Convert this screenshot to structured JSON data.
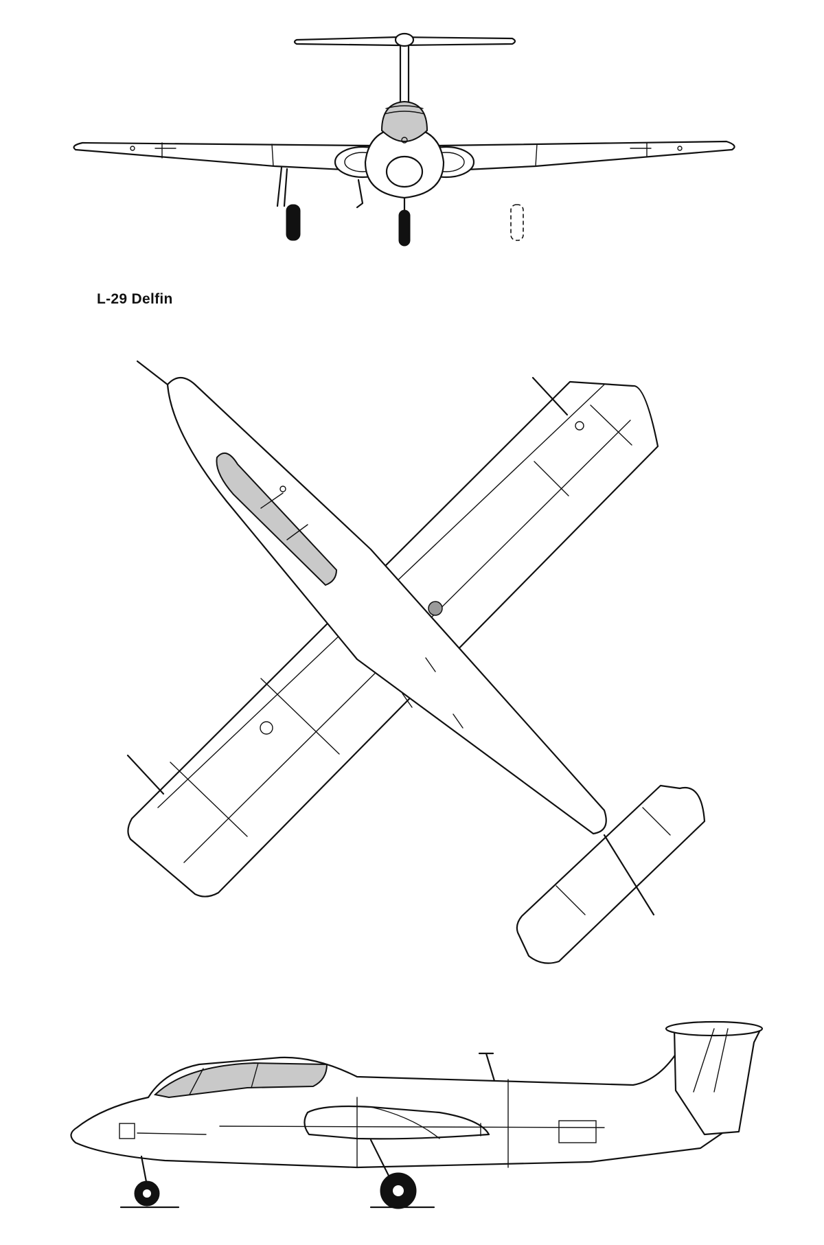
{
  "caption": "L-29 Delfin",
  "colors": {
    "ink": "#111111",
    "glazing": "#c9c9c9",
    "paper": "#ffffff"
  },
  "views": [
    "front-view",
    "plan-view",
    "side-view"
  ]
}
